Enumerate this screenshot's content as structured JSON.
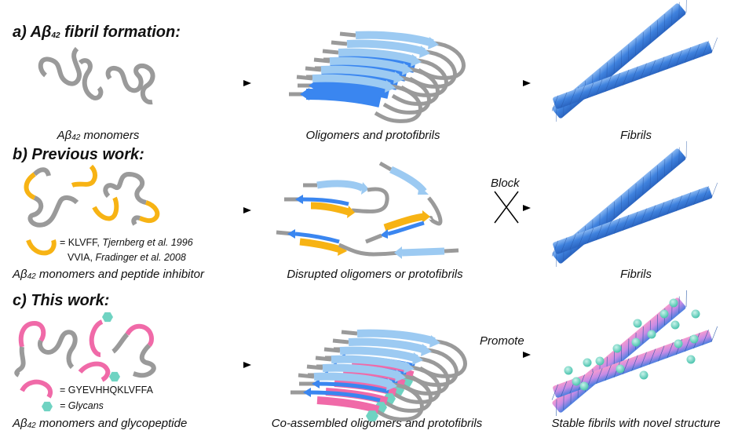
{
  "colors": {
    "coil_gray": "#9a9a9a",
    "strand_dark_blue": "#3a86f0",
    "strand_light_blue": "#9ccaf2",
    "inhibitor_orange": "#f7b314",
    "glycopeptide_pink": "#f06aa8",
    "glycan_teal": "#6fd3c2",
    "fibril_blue": "#4a8ae0",
    "arrow": "#000000"
  },
  "sections": [
    {
      "id": "a",
      "heading": {
        "prefix": "a) Aβ",
        "sub": "42",
        "suffix": " fibril formation:"
      },
      "panels": [
        {
          "caption": {
            "prefix": "Aβ",
            "sub": "42",
            "suffix": " monomers"
          }
        },
        {
          "caption": {
            "prefix": "Oligomers and protofibrils",
            "sub": "",
            "suffix": ""
          }
        },
        {
          "caption": {
            "prefix": "Fibrils",
            "sub": "",
            "suffix": ""
          }
        }
      ],
      "arrow_labels": [
        "",
        ""
      ]
    },
    {
      "id": "b",
      "heading": {
        "prefix": "b) Previous work:",
        "sub": "",
        "suffix": ""
      },
      "legend": {
        "line1_plain": "= KLVFF, ",
        "line1_ref": "Tjernberg et al. 1996",
        "line2_plain": "VVIA, ",
        "line2_ref": "Fradinger et al. 2008"
      },
      "panels": [
        {
          "caption": {
            "prefix": "Aβ",
            "sub": "42",
            "suffix": " monomers and peptide inhibitor"
          }
        },
        {
          "caption": {
            "prefix": "Disrupted oligomers or protofibrils",
            "sub": "",
            "suffix": ""
          }
        },
        {
          "caption": {
            "prefix": "Fibrils",
            "sub": "",
            "suffix": ""
          }
        }
      ],
      "arrow_labels": [
        "",
        "Block"
      ]
    },
    {
      "id": "c",
      "heading": {
        "prefix": "c) This work:",
        "sub": "",
        "suffix": ""
      },
      "legend": {
        "line1": "= GYEVHHQKLVFFA",
        "line2": "= Glycans"
      },
      "panels": [
        {
          "caption": {
            "prefix": "Aβ",
            "sub": "42",
            "suffix": " monomers and glycopeptide"
          }
        },
        {
          "caption": {
            "prefix": "Co-assembled oligomers and protofibrils",
            "sub": "",
            "suffix": ""
          }
        },
        {
          "caption": {
            "prefix": "Stable fibrils with novel structure",
            "sub": "",
            "suffix": ""
          }
        }
      ],
      "arrow_labels": [
        "",
        "Promote"
      ]
    }
  ]
}
